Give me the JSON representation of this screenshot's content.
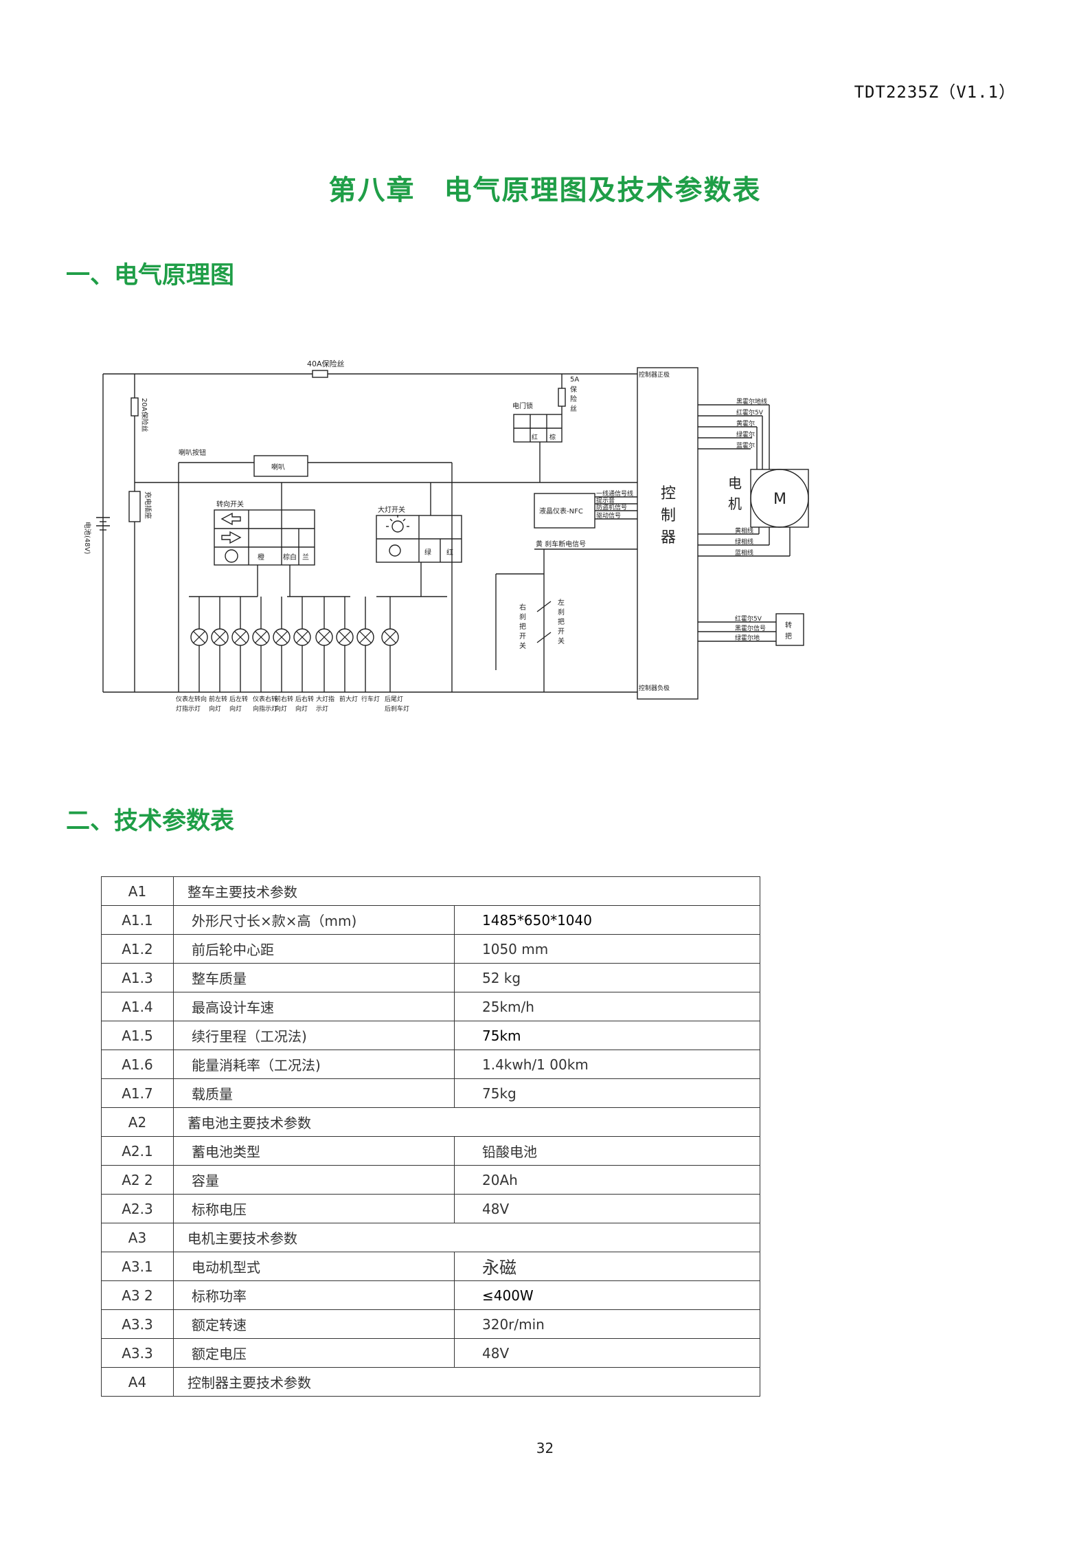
{
  "header": {
    "doc_code": "TDT2235Z（V1.1）"
  },
  "chapter_title": "第八章　电气原理图及技术参数表",
  "sections": {
    "s1": "一、电气原理图",
    "s2": "二、技术参数表"
  },
  "diagram": {
    "fuse_40a": "40A保险丝",
    "fuse_20a": "20A保险丝",
    "fuse_5a": [
      "5A",
      "保",
      "险",
      "丝"
    ],
    "battery": "电池(48V)",
    "charger": "充电插座",
    "horn_button": "喇叭按钮",
    "horn": "喇叭",
    "turn_switch": "转向开关",
    "turn_wires": [
      "橙",
      "棕白",
      "兰"
    ],
    "light_switch": "大灯开关",
    "light_wires": [
      "绿",
      "红"
    ],
    "e_lock": "电门锁",
    "e_lock_wires": [
      "红",
      "棕"
    ],
    "lcd": "液晶仪表-NFC",
    "lcd_signals": [
      "一线通信号线",
      "提示音",
      "防盗机信号",
      "驱动信号"
    ],
    "brake_signal": "黄 刹车断电信号",
    "right_brake": [
      "右",
      "刹",
      "把",
      "开",
      "关"
    ],
    "left_brake": [
      "左",
      "刹",
      "把",
      "开",
      "关"
    ],
    "controller_label": [
      "控",
      "制",
      "器"
    ],
    "controller_pos": "控制器正极",
    "controller_neg": "控制器负极",
    "motor_label": [
      "电",
      "机"
    ],
    "motor_symbol": "M",
    "hall_wires": [
      "黑霍尔地线",
      "红霍尔5V",
      "黄霍尔",
      "绿霍尔",
      "蓝霍尔"
    ],
    "phase_wires": [
      "黄相线",
      "绿相线",
      "蓝相线"
    ],
    "throttle_wires": [
      "红霍尔5V",
      "黑霍尔信号",
      "绿霍尔地"
    ],
    "throttle_label": [
      "转",
      "把"
    ],
    "lamps": [
      [
        "仪表左转向",
        "灯指示灯"
      ],
      [
        "前左转",
        "向灯"
      ],
      [
        "后左转",
        "向灯"
      ],
      [
        "仪表右转",
        "向指示灯"
      ],
      [
        "前右转",
        "向灯"
      ],
      [
        "后右转",
        "向灯"
      ],
      [
        "大灯指",
        "示灯"
      ],
      [
        "前大灯"
      ],
      [
        "行车灯"
      ],
      [
        "后尾灯",
        "后刹车灯"
      ]
    ]
  },
  "spec_table": {
    "rows": [
      {
        "type": "section",
        "code": "A1",
        "title": "整车主要技术参数"
      },
      {
        "type": "item",
        "code": "A1.1",
        "name": "外形尺寸长×款×高（mm)",
        "value": "1485*650*1040",
        "style": "dark"
      },
      {
        "type": "item",
        "code": "A1.2",
        "name": "前后轮中心距",
        "value": "1050 mm"
      },
      {
        "type": "item",
        "code": "A1.3",
        "name": "整车质量",
        "value": "52 kg"
      },
      {
        "type": "item",
        "code": "A1.4",
        "name": "最高设计车速",
        "value": "25km/h"
      },
      {
        "type": "item",
        "code": "A1.5",
        "name": "续行里程（工况法)",
        "value": "75km",
        "style": "dark"
      },
      {
        "type": "item",
        "code": "A1.6",
        "name": "能量消耗率（工况法)",
        "value": "1.4kwh/1 00km"
      },
      {
        "type": "item",
        "code": "A1.7",
        "name": "载质量",
        "value": "75kg"
      },
      {
        "type": "section",
        "code": "A2",
        "title": "蓄电池主要技术参数"
      },
      {
        "type": "item",
        "code": "A2.1",
        "name": "蓄电池类型",
        "value": "铅酸电池"
      },
      {
        "type": "item",
        "code": "A2 2",
        "name": "容量",
        "value": "20Ah"
      },
      {
        "type": "item",
        "code": "A2.3",
        "name": "标称电压",
        "value": "48V"
      },
      {
        "type": "section",
        "code": "A3",
        "title": "电机主要技术参数"
      },
      {
        "type": "item",
        "code": "A3.1",
        "name": "电动机型式",
        "value": "永磁",
        "style": "serif"
      },
      {
        "type": "item",
        "code": "A3 2",
        "name": "标称功率",
        "value": "≤400W",
        "style": "dark"
      },
      {
        "type": "item",
        "code": "A3.3",
        "name": "额定转速",
        "value": "320r/min"
      },
      {
        "type": "item",
        "code": "A3.3",
        "name": "额定电压",
        "value": "48V"
      },
      {
        "type": "section",
        "code": "A4",
        "title": "控制器主要技术参数"
      }
    ]
  },
  "page_number": "32"
}
